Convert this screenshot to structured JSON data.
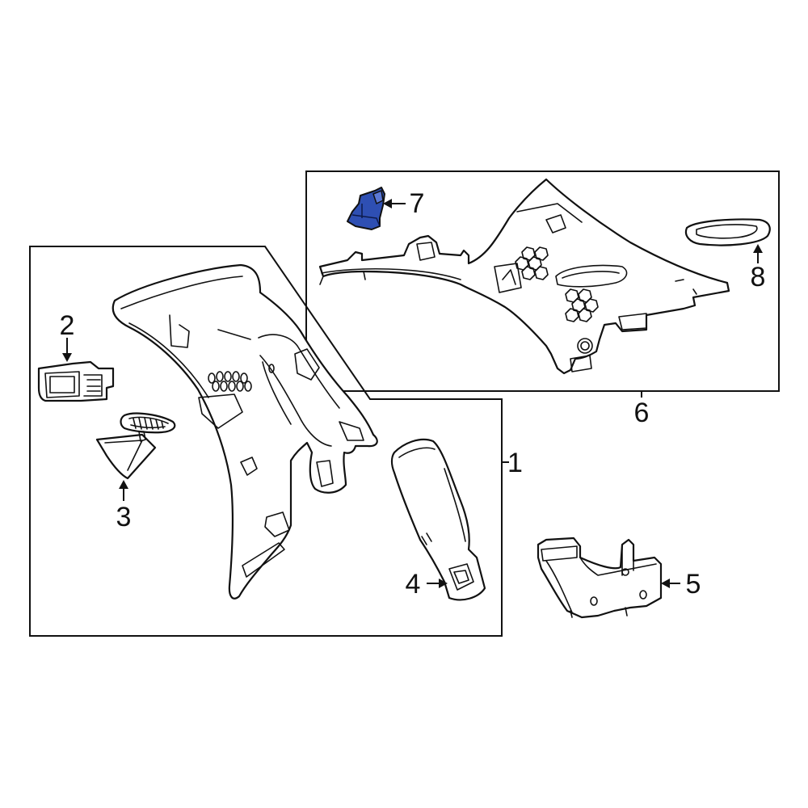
{
  "diagram": {
    "highlight_color": "#2e4fb3",
    "line_color": "#111111",
    "background": "#ffffff",
    "callouts": [
      {
        "id": "1",
        "label": "1"
      },
      {
        "id": "2",
        "label": "2"
      },
      {
        "id": "3",
        "label": "3"
      },
      {
        "id": "4",
        "label": "4"
      },
      {
        "id": "5",
        "label": "5"
      },
      {
        "id": "6",
        "label": "6"
      },
      {
        "id": "7",
        "label": "7"
      },
      {
        "id": "8",
        "label": "8"
      }
    ]
  }
}
